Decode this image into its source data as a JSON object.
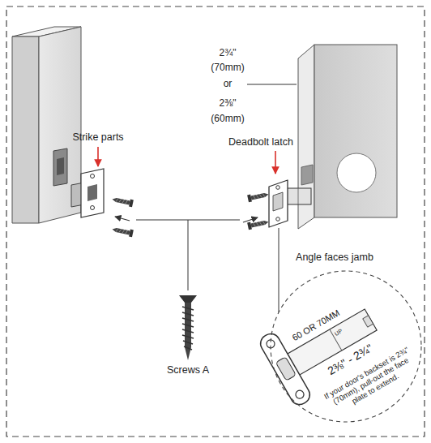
{
  "diagram": {
    "nodes": [
      {
        "text": [
          "60 OR 70MM",
          "UP",
          "2⅜\" - 2¾\"",
          "If your door's backset is 2¾\" (70mm), pull-out the face plate to extend."
        ]
      }
    ],
    "labels": [
      "Strike parts",
      "Deadbolt latch",
      "2¾\"",
      "(70mm)",
      "or",
      "2⅜\"",
      "(60mm)",
      "Angle faces jamb",
      "Screws A"
    ]
  }
}
